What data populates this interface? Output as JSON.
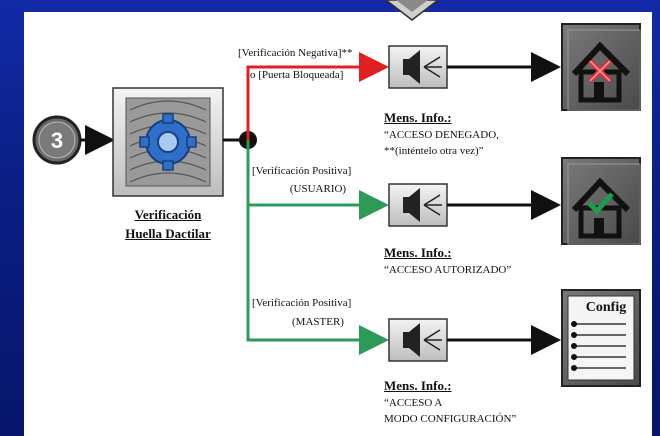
{
  "start_node": {
    "label": "3"
  },
  "verification": {
    "line1": "Verificación",
    "line2": "Huella Dactilar"
  },
  "branches": [
    {
      "line1": "[Verificación Negativa]**",
      "line2": "o [Puerta Bloqueada]",
      "color": "#e02020",
      "message_title": "Mens. Info.:",
      "message_lines": [
        "“ACCESO DENEGADO,",
        "**(inténtelo otra vez)”"
      ],
      "result_icon": "house-denied-icon"
    },
    {
      "line1": "[Verificación Positiva]",
      "line2": "(USUARIO)",
      "color": "#2e9a58",
      "message_title": "Mens. Info.:",
      "message_lines": [
        "“ACCESO AUTORIZADO”"
      ],
      "result_icon": "house-authorized-icon"
    },
    {
      "line1": "[Verificación Positiva]",
      "line2": "(MASTER)",
      "color": "#2e9a58",
      "message_title": "Mens. Info.:",
      "message_lines": [
        "“ACCESO A",
        "MODO CONFIGURACIÓN”"
      ],
      "result_icon": "config-document-icon",
      "result_label": "Config"
    }
  ]
}
